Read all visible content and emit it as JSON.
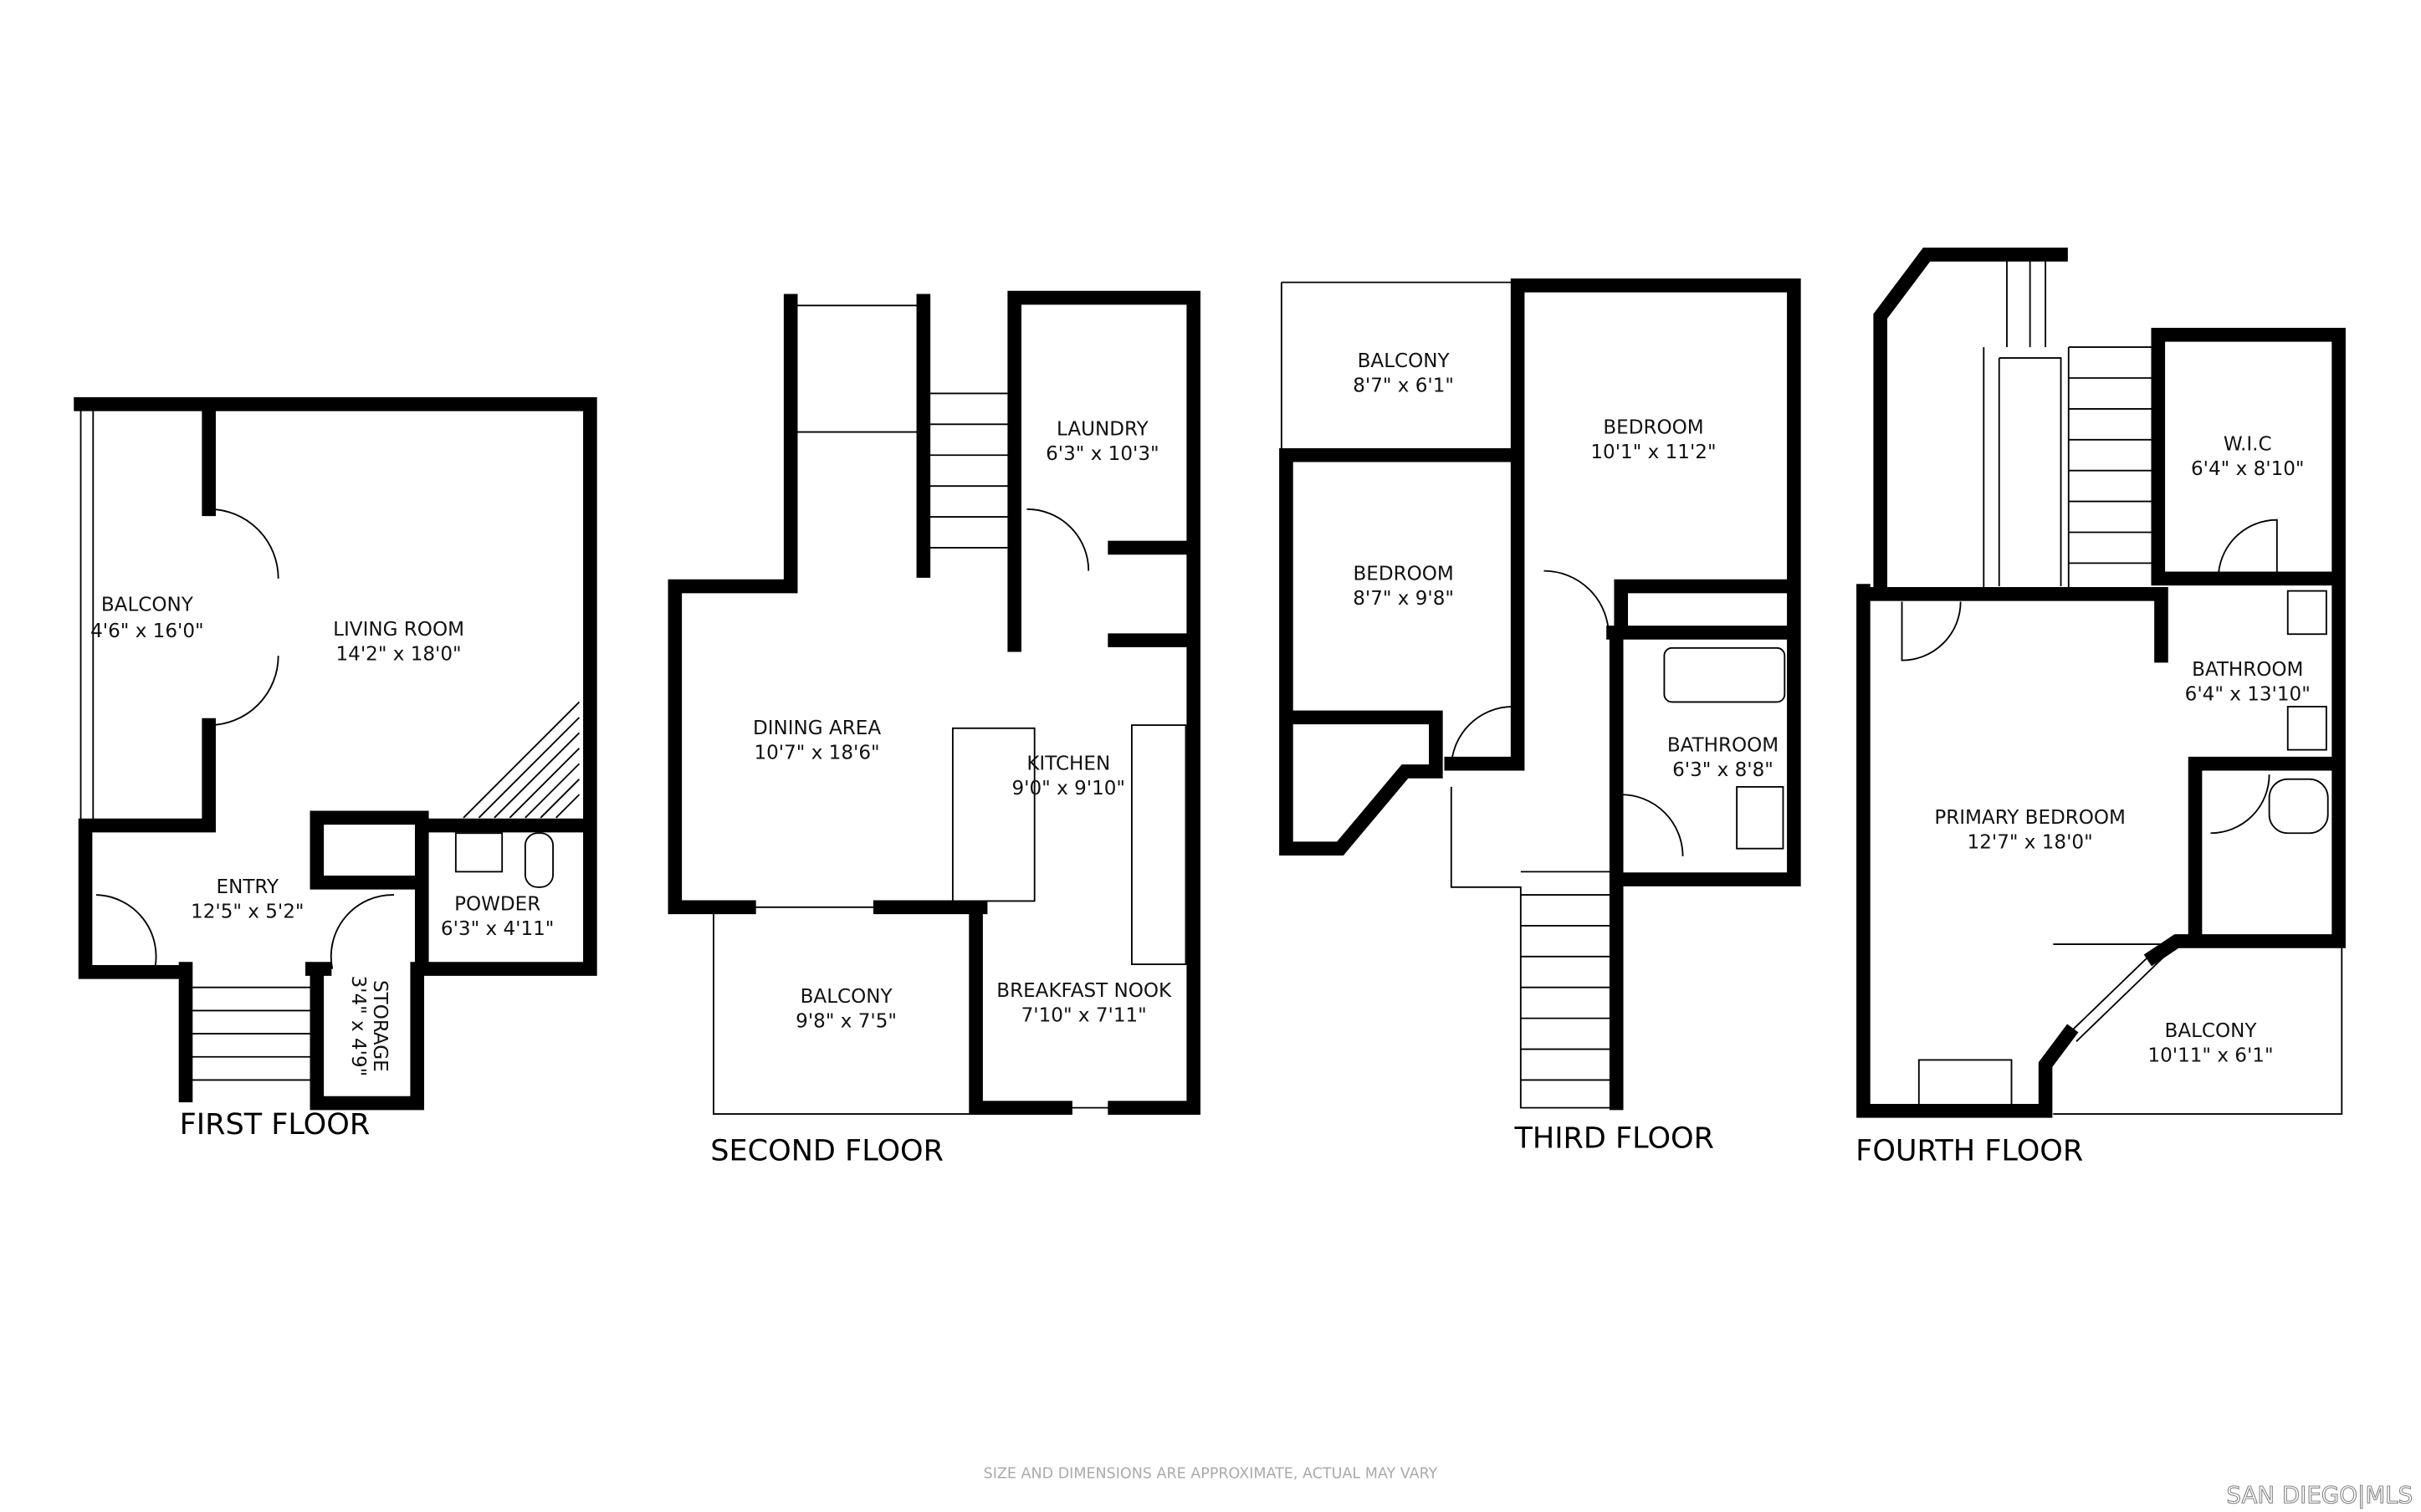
{
  "floors": [
    {
      "label": "FIRST FLOOR",
      "rooms": [
        {
          "name": "BALCONY",
          "dims": "4'6\" x 16'0\""
        },
        {
          "name": "LIVING ROOM",
          "dims": "14'2\" x 18'0\""
        },
        {
          "name": "ENTRY",
          "dims": "12'5\" x 5'2\""
        },
        {
          "name": "POWDER",
          "dims": "6'3\" x 4'11\""
        },
        {
          "name": "STORAGE",
          "dims": "3'4\" x 4'9\""
        }
      ]
    },
    {
      "label": "SECOND FLOOR",
      "rooms": [
        {
          "name": "LAUNDRY",
          "dims": "6'3\" x 10'3\""
        },
        {
          "name": "DINING AREA",
          "dims": "10'7\" x 18'6\""
        },
        {
          "name": "KITCHEN",
          "dims": "9'0\" x 9'10\""
        },
        {
          "name": "BALCONY",
          "dims": "9'8\" x 7'5\""
        },
        {
          "name": "BREAKFAST NOOK",
          "dims": "7'10\" x 7'11\""
        }
      ]
    },
    {
      "label": "THIRD FLOOR",
      "rooms": [
        {
          "name": "BALCONY",
          "dims": "8'7\" x 6'1\""
        },
        {
          "name": "BEDROOM",
          "dims": "10'1\" x 11'2\""
        },
        {
          "name": "BEDROOM",
          "dims": "8'7\" x 9'8\""
        },
        {
          "name": "BATHROOM",
          "dims": "6'3\" x 8'8\""
        }
      ]
    },
    {
      "label": "FOURTH FLOOR",
      "rooms": [
        {
          "name": "W.I.C",
          "dims": "6'4\" x 8'10\""
        },
        {
          "name": "BATHROOM",
          "dims": "6'4\" x 13'10\""
        },
        {
          "name": "PRIMARY BEDROOM",
          "dims": "12'7\" x 18'0\""
        },
        {
          "name": "BALCONY",
          "dims": "10'11\" x 6'1\""
        }
      ]
    }
  ],
  "disclaimer": "SIZE AND DIMENSIONS ARE APPROXIMATE, ACTUAL MAY VARY",
  "logo": "SAN DIEGO|MLS"
}
